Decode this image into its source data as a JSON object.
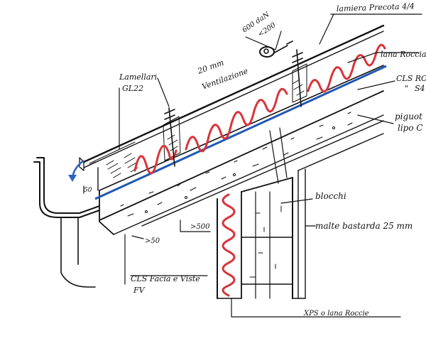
{
  "labels": {
    "sheet": "lamiera Precota 4/4",
    "load": "600 daN",
    "spacing": "<200",
    "mineral_wool": "lana Roccia",
    "cls_panel_1": "CLS RO",
    "cls_panel_2": "\"",
    "cls_panel_3": "S4",
    "ventilation_1": "20 mm",
    "ventilation_2": "Ventilazione",
    "batten_1": "Lamellari",
    "batten_2": "GL22",
    "piguot_1": "piguot",
    "piguot_2": "lipo C",
    "blocks": "blocchi",
    "mortar": "malte bastarda 25 mm",
    "dim_50_a": "50",
    "dim_50_b": ">50",
    "dim_500": ">500",
    "facade_1": "CLS Facia e Viste",
    "facade_2": "FV",
    "xps": "XPS o lana Roccie"
  },
  "colors": {
    "ink": "#111111",
    "insulation": "#d8343a",
    "membrane": "#1f57b5",
    "drip_arrow": "#2c63c4"
  },
  "icons": [
    "drip-arrow-icon",
    "eye-bolt-icon"
  ]
}
